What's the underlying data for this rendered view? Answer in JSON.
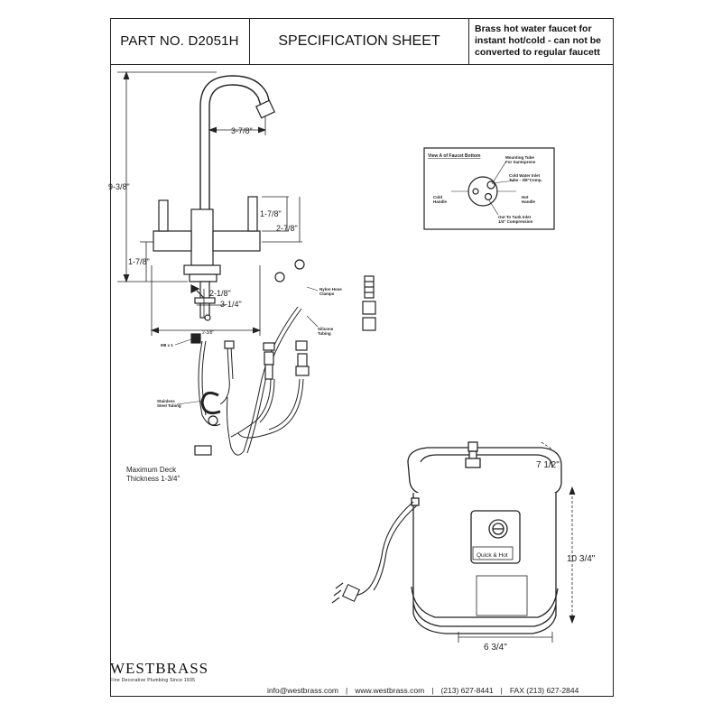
{
  "header": {
    "part_no": "PART NO.  D2051H",
    "title": "SPECIFICATION SHEET",
    "note_lines": [
      "Brass hot water faucet for",
      "instant hot/cold - can not be",
      "converted to regular faucett"
    ]
  },
  "faucet_dims": {
    "height_total": "9-3/8\"",
    "reach": "3-7/8\"",
    "handle_height": "1-7/8\"",
    "handle_offset": "2-7/8\"",
    "base_height": "1-7/8\"",
    "shank_upper": "2-1/8\"",
    "shank_lower": "3-1/4\"",
    "base_width": "2-3/8\""
  },
  "parts_labels": {
    "nylon_hose": [
      "Nylon Hose",
      "Clamps"
    ],
    "silicone": [
      "Silicone",
      "Tubing"
    ],
    "m8": "M8 x 1",
    "stainless": [
      "Stainless",
      "Steel Tubing"
    ]
  },
  "view_a": {
    "title": "View A of Faucet Bottom",
    "mounting": [
      "Mounting Tube",
      "For Santoprene"
    ],
    "cold_inlet": [
      "Cold Water Inlet",
      "Tube - 3/8\"Comp."
    ],
    "cold_handle": [
      "Cold",
      "Handle"
    ],
    "hot_handle": [
      "Hot",
      "Handle"
    ],
    "out_tank": [
      "Out To Tank Inlet",
      "1/4\" Compression"
    ]
  },
  "tank": {
    "brand_label": "Quick & Hot",
    "depth": "7 1/2\"",
    "height": "10 3/4\"",
    "width": "6 3/4\""
  },
  "deck_note": [
    "Maximum Deck",
    "Thickness 1-3/4\""
  ],
  "footer": {
    "brand": "WESTBRASS",
    "tagline": "Fine Decorative Plumbing Since 1935",
    "email": "info@westbrass.com",
    "web": "www.westbrass.com",
    "phone": "(213) 627-8441",
    "fax": "FAX (213) 627-2844"
  }
}
